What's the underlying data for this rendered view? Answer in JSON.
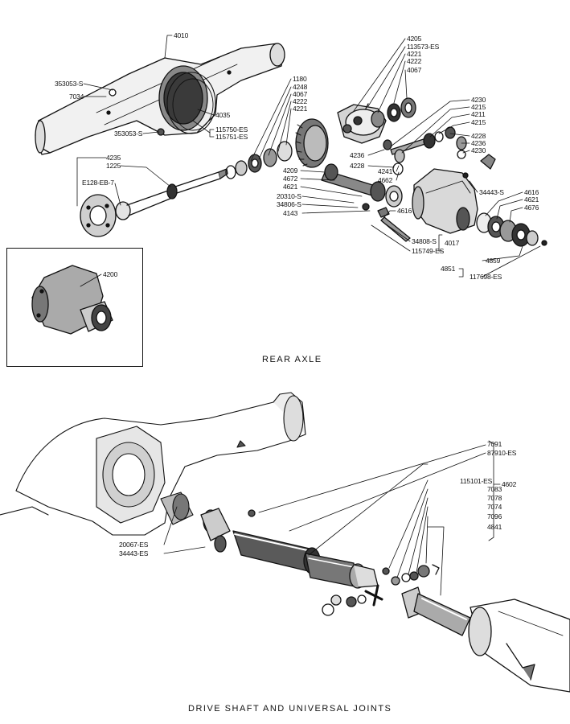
{
  "rear_axle": {
    "caption": "REAR AXLE",
    "labels": {
      "p4010": "4010",
      "p353053a": "353053-S",
      "p7034": "7034",
      "p4035": "4035",
      "p353053b": "353053-S",
      "p115750": "115750-ES",
      "p115751": "115751-ES",
      "p1180": "1180",
      "p4248": "4248",
      "p4067a": "4067",
      "p4222a": "4222",
      "p4221a": "4221",
      "p4235": "4235",
      "p1225": "1225",
      "pE128": "E128-EB-7",
      "p4205": "4205",
      "p113573": "113573-ES",
      "p4221b": "4221",
      "p4222b": "4222",
      "p4067b": "4067",
      "p4230a": "4230",
      "p4215a": "4215",
      "p4211": "4211",
      "p4215b": "4215",
      "p4228a": "4228",
      "p4236a": "4236",
      "p4230b": "4230",
      "p4236b": "4236",
      "p4228b": "4228",
      "p4241": "4241",
      "p4662": "4662",
      "p4209": "4209",
      "p4672": "4672",
      "p4621a": "4621",
      "p20310": "20310-S",
      "p34806": "34806-S",
      "p4143": "4143",
      "p4616a": "4616",
      "p34443a": "34443-S",
      "p4616b": "4616",
      "p4621b": "4621",
      "p4676": "4676",
      "p34808": "34808-S",
      "p4017": "4017",
      "p115749": "115749-ES",
      "p4859": "4859",
      "p4851": "4851",
      "p117698": "117698-ES",
      "p4200": "4200"
    }
  },
  "drive_shaft": {
    "caption": "DRIVE SHAFT AND UNIVERSAL JOINTS",
    "labels": {
      "p7091": "7091",
      "p87910": "87910-ES",
      "p115101": "115101-ES",
      "p7083": "7083",
      "p7078": "7078",
      "p7074": "7074",
      "p7096": "7096",
      "p4841": "4841",
      "p4602": "4602",
      "p20067": "20067-ES",
      "p34443b": "34443-ES"
    }
  }
}
